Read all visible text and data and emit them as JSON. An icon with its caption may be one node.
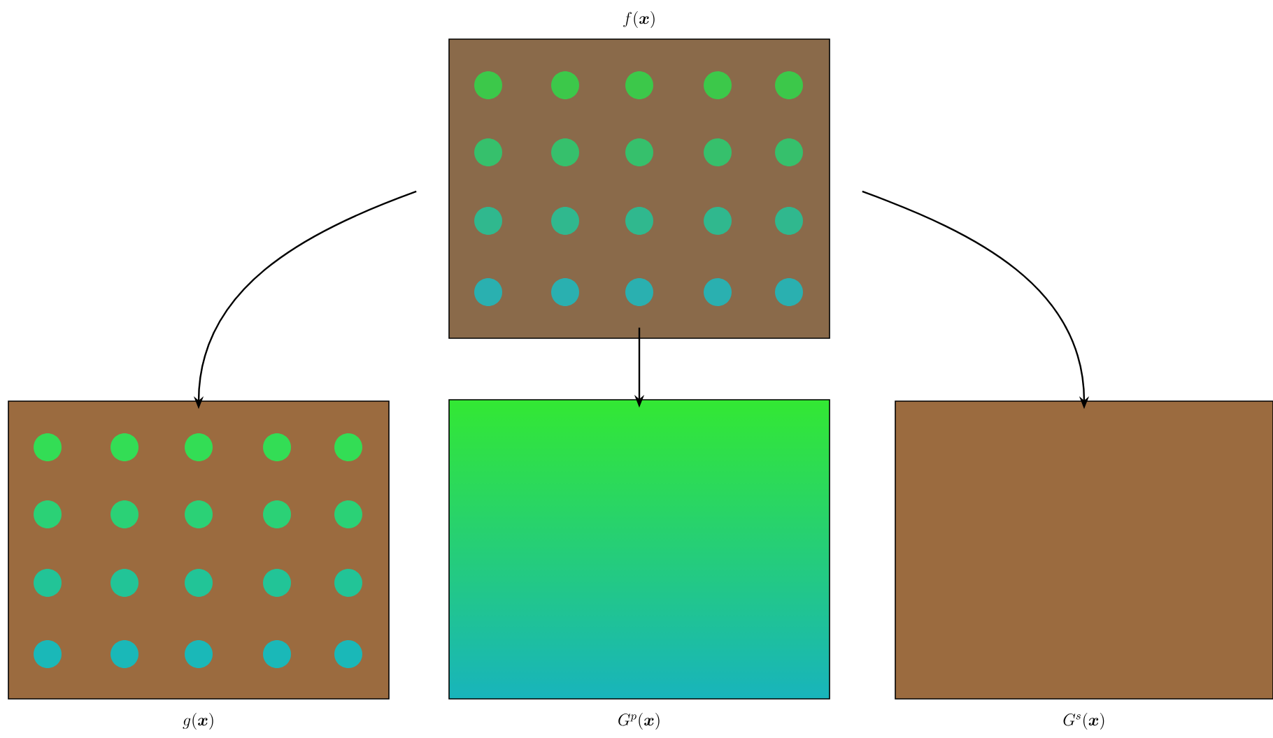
{
  "diagram": {
    "nodes": [
      {
        "text": [
          "f(\\boldsymbol{x})"
        ]
      },
      {
        "text": [
          "g(\\boldsymbol{x})"
        ]
      },
      {
        "text": [
          "G^{p}(\\boldsymbol{x})"
        ]
      },
      {
        "text": [
          "G^{s}(\\boldsymbol{x})"
        ]
      }
    ],
    "edges": [
      {
        "from": 0,
        "to": 1,
        "arrow": "to"
      },
      {
        "from": 0,
        "to": 2,
        "arrow": "to"
      },
      {
        "from": 0,
        "to": 3,
        "arrow": "to"
      }
    ]
  }
}
